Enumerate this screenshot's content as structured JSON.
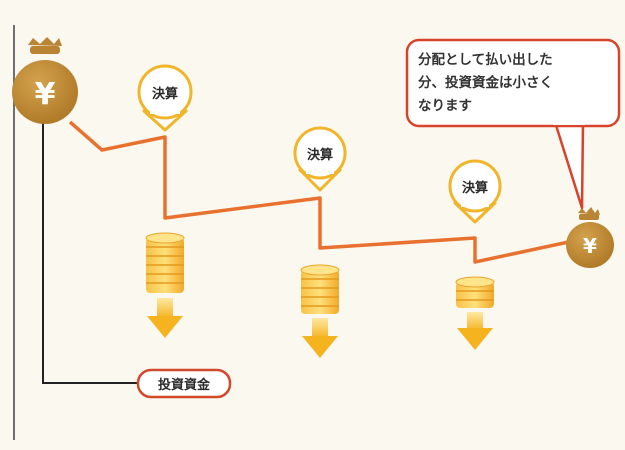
{
  "labels": {
    "settlement": "決算",
    "investment_principal": "投資資金"
  },
  "callout": {
    "lines": [
      "分配として払い出した",
      "分、投資資金は小さく",
      "なります"
    ]
  },
  "icons": {
    "money_bag": "money-bag-icon",
    "yen_symbol": "¥",
    "coin_stack": "coin-stack-icon",
    "down_arrow": "down-arrow-icon"
  },
  "colors": {
    "background": "#fbf8ef",
    "line_orange": "#e9712f",
    "bag_brown": "#b98433",
    "coin_gold": "#f2b22a",
    "arrow_gold": "#f5c12a",
    "pin_border": "#f0b52a",
    "callout_border": "#d8442b",
    "axis_gray": "#6f6f6f",
    "label_border": "#d04a2b"
  }
}
